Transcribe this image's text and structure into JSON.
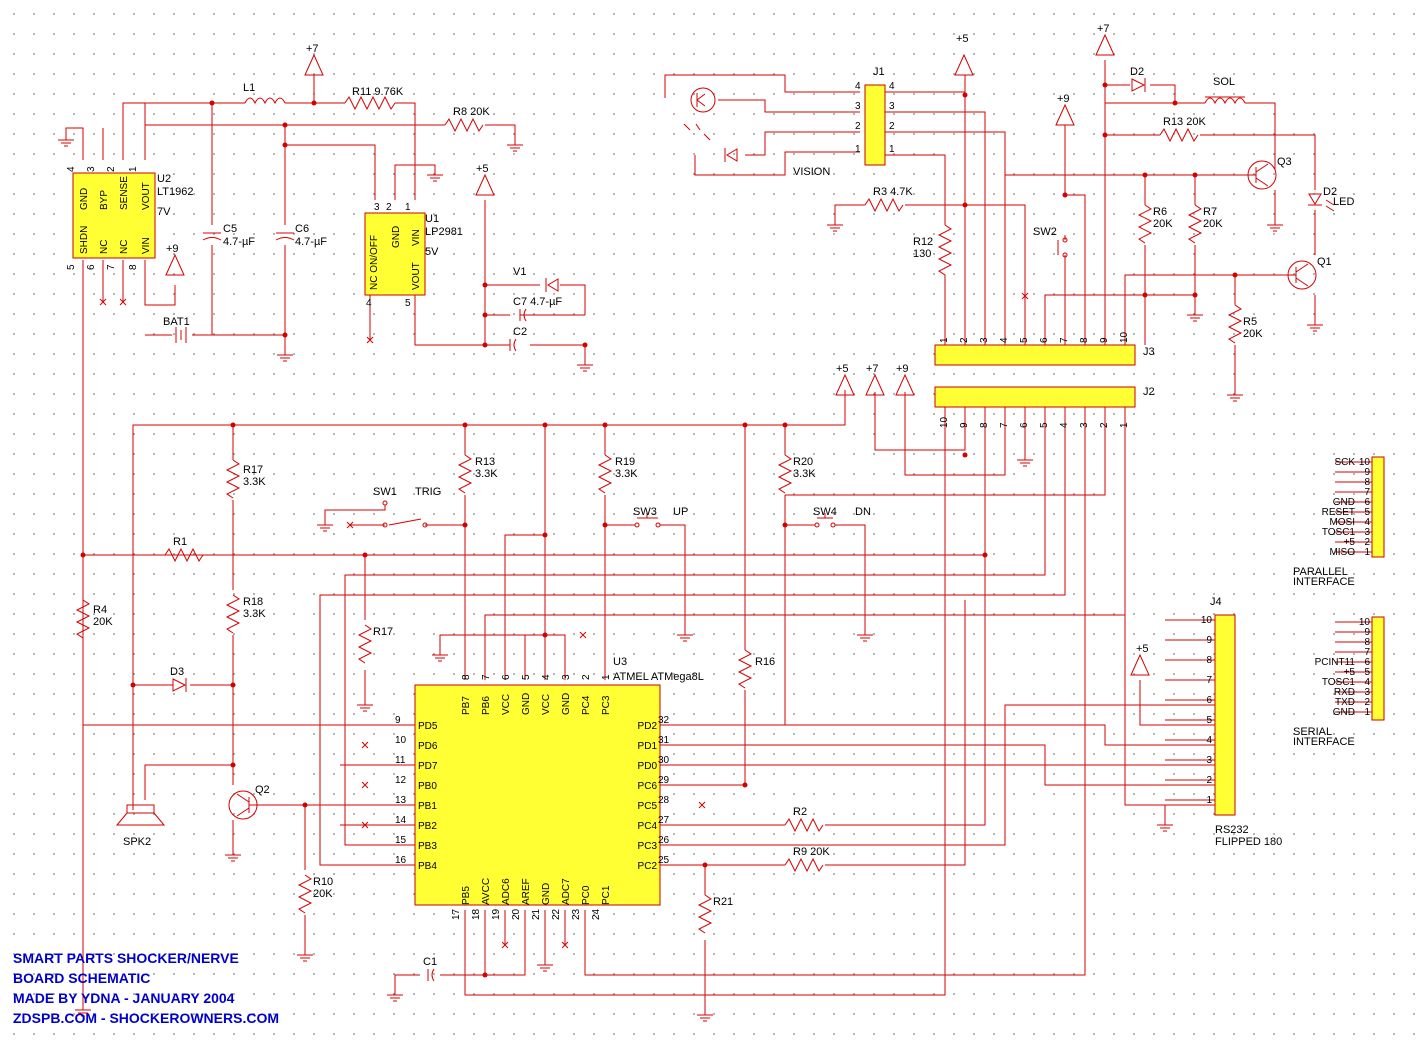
{
  "title_block": {
    "line1": "SMART PARTS SHOCKER/NERVE",
    "line2": "BOARD SCHEMATIC",
    "line3": "MADE BY YDNA - JANUARY 2004",
    "line4": "ZDSPB.COM - SHOCKEROWNERS.COM"
  },
  "components": {
    "l1": "L1",
    "r11": "R11 9.76K",
    "r8": "R8 20K",
    "u2": "U2",
    "u2_part": "LT1962",
    "u2_v": "7V",
    "u1": "U1",
    "u1_part": "LP2981",
    "u1_v": "5V",
    "c5": "C5",
    "c5_val": "4.7-µF",
    "c6": "C6",
    "c6_val": "4.7-µF",
    "c7": "C7 4.7-µF",
    "c2": "C2",
    "v1": "V1",
    "bat1": "BAT1",
    "j1": "J1",
    "vision": "VISION",
    "r3": "R3 4.7K",
    "r12": "R12",
    "r12_val": "130",
    "sw2": "SW2",
    "d2a": "D2",
    "sol": "SOL",
    "r13a": "R13 20K",
    "q3": "Q3",
    "d2b": "D2",
    "led": "LED",
    "r6": "R6",
    "r6_val": "20K",
    "r7": "R7",
    "r7_val": "20K",
    "q1": "Q1",
    "r5": "R5",
    "r5_val": "20K",
    "j3": "J3",
    "j2": "J2",
    "r17a": "R17",
    "r17a_val": "3.3K",
    "r13b": "R13",
    "r13b_val": "3.3K",
    "r19": "R19",
    "r19_val": "3.3K",
    "r20": "R20",
    "r20_val": "3.3K",
    "sw1": "SW1",
    "trig": "TRIG",
    "sw3": "SW3",
    "up": "UP",
    "sw4": "SW4",
    "dn": "DN",
    "r1": "R1",
    "r4": "R4",
    "r4_val": "20K",
    "r18": "R18",
    "r18_val": "3.3K",
    "r17b": "R17",
    "d3": "D3",
    "q2": "Q2",
    "spk2": "SPK2",
    "r10": "R10",
    "r10_val": "20K",
    "u3": "U3",
    "u3_part": "ATMEL ATMega8L",
    "r16": "R16",
    "r2": "R2",
    "r9": "R9 20K",
    "r21": "R21",
    "c1": "C1",
    "j4": "J4",
    "rs232": "RS232",
    "flipped": "FLIPPED 180"
  },
  "power": {
    "p7": "+7",
    "p5": "+5",
    "p9": "+9",
    "one": "1"
  },
  "u2_pins_top": [
    "GND",
    "BYP",
    "SENSE",
    "VOUT"
  ],
  "u2_pins_top_num": [
    "4",
    "3",
    "2",
    "1"
  ],
  "u2_pins_bot": [
    "SHDN",
    "NC",
    "NC",
    "VIN"
  ],
  "u2_pins_bot_num": [
    "5",
    "6",
    "7",
    "8"
  ],
  "u1_pins": [
    "NC ON/OFF",
    "GND",
    "VIN",
    "VOUT"
  ],
  "u1_pins_num": [
    "3",
    "2",
    "1",
    "4",
    "5"
  ],
  "j1_pins": [
    "4",
    "3",
    "2",
    "1"
  ],
  "j3_pins": [
    "1",
    "2",
    "3",
    "4",
    "5",
    "6",
    "7",
    "8",
    "9",
    "10"
  ],
  "j2_pins": [
    "10",
    "9",
    "8",
    "7",
    "6",
    "5",
    "4",
    "3",
    "2",
    "1"
  ],
  "u3_left": [
    "PD5",
    "PD6",
    "PD7",
    "PB0",
    "PB1",
    "PB2",
    "PB3",
    "PB4"
  ],
  "u3_left_num": [
    "9",
    "10",
    "11",
    "12",
    "13",
    "14",
    "15",
    "16"
  ],
  "u3_right": [
    "PD2",
    "PD1",
    "PD0",
    "PC6",
    "PC5",
    "PC4",
    "PC3",
    "PC2"
  ],
  "u3_right_num": [
    "32",
    "31",
    "30",
    "29",
    "28",
    "27",
    "26",
    "25"
  ],
  "u3_top": [
    "PB7",
    "PB6",
    "VCC",
    "GND",
    "VCC",
    "GND",
    "PC4",
    "PC3"
  ],
  "u3_top_num": [
    "8",
    "7",
    "6",
    "5",
    "4",
    "3",
    "2",
    "1"
  ],
  "u3_bot": [
    "PB5",
    "AVCC",
    "ADC6",
    "AREF",
    "GND",
    "ADC7",
    "PC0",
    "PC1"
  ],
  "u3_bot_num": [
    "17",
    "18",
    "19",
    "20",
    "21",
    "22",
    "23",
    "24"
  ],
  "parallel": {
    "labels": [
      "SCK",
      "",
      "",
      "",
      "GND",
      "RESET",
      "MOSI",
      "TOSC1",
      "+5",
      "MISO"
    ],
    "nums": [
      "10",
      "9",
      "8",
      "7",
      "6",
      "5",
      "4",
      "3",
      "2",
      "1"
    ],
    "title1": "PARALLEL",
    "title2": "INTERFACE"
  },
  "serial": {
    "labels": [
      "",
      "",
      "",
      "",
      "PCINT11",
      "+5",
      "TOSC1",
      "RXD",
      "TXD",
      "GND"
    ],
    "nums": [
      "10",
      "9",
      "8",
      "7",
      "6",
      "5",
      "4",
      "3",
      "2",
      "1"
    ],
    "title1": "SERIAL",
    "title2": "INTERFACE"
  },
  "j4_nums": [
    "10",
    "9",
    "8",
    "7",
    "6",
    "5",
    "4",
    "3",
    "2",
    "1"
  ]
}
